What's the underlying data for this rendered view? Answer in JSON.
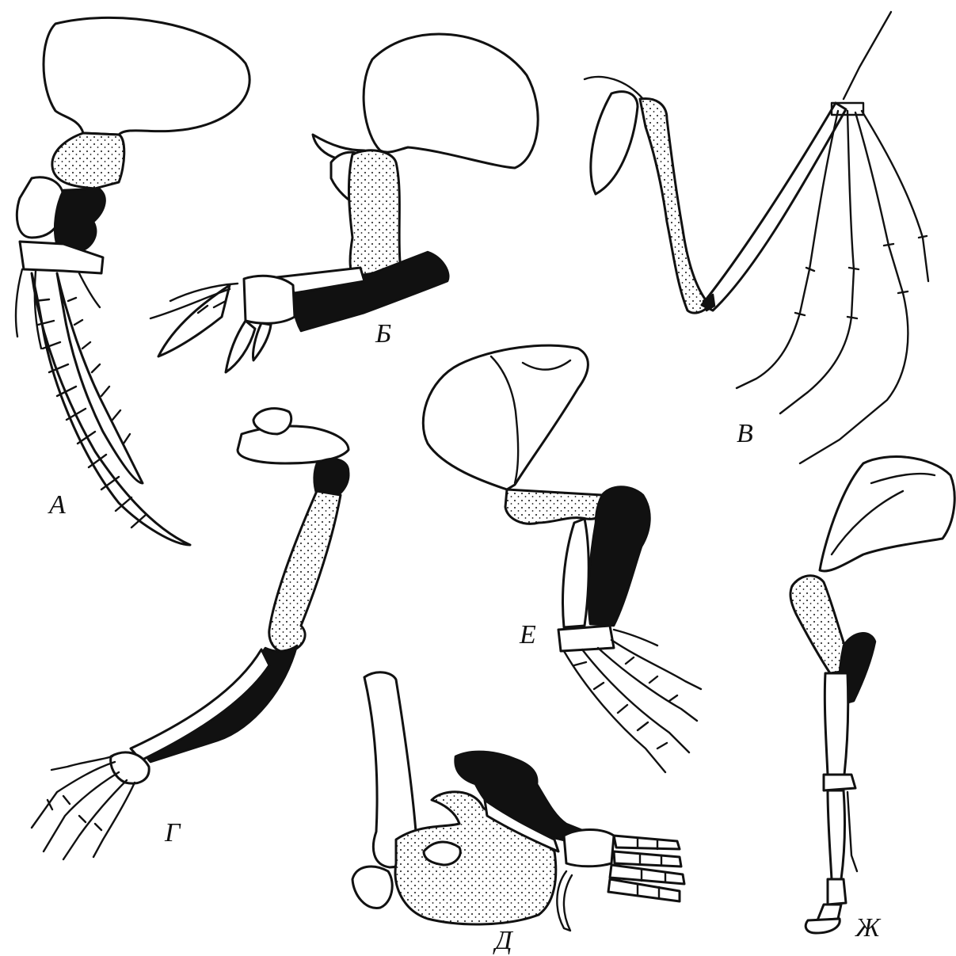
{
  "labels": {
    "a": "А",
    "b": "Б",
    "v": "В",
    "g": "Г",
    "d": "Д",
    "e": "Е",
    "zh": "Ж"
  },
  "colors": {
    "ink": "#111111",
    "paper": "#ffffff"
  }
}
